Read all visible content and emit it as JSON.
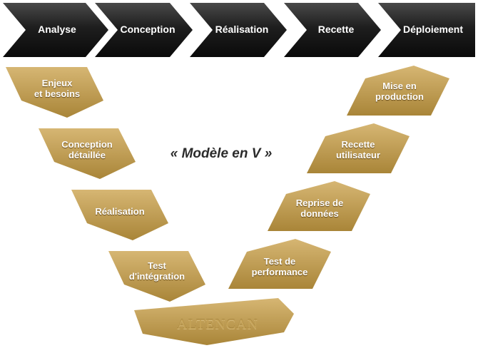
{
  "title": "« Modèle en V »",
  "phases": [
    "Analyse",
    "Conception",
    "Réalisation",
    "Recette",
    "Déploiement"
  ],
  "left_branch": [
    "Enjeux\net besoins",
    "Conception\ndétaillée",
    "Réalisation",
    "Test\nd'intégration"
  ],
  "right_branch": [
    "Mise en\nproduction",
    "Recette\nutilisateur",
    "Reprise de\ndonnées",
    "Test de\nperformance"
  ],
  "logo": "ALTENCAN",
  "colors": {
    "phase_dark": "#141414",
    "phase_light": "#4a4a4a",
    "gold_light": "#d2b06b",
    "gold_dark": "#a98538"
  }
}
